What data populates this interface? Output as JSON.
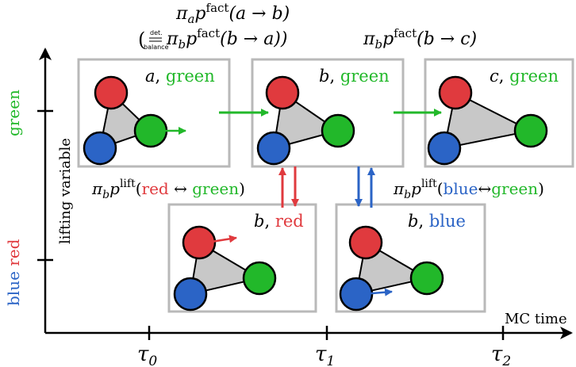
{
  "colors": {
    "red": "#e03a3e",
    "green": "#22b82a",
    "blue": "#2b64c6",
    "state_box": "#b9b9b9",
    "triangle": "#c8c8c8",
    "axis": "#000000"
  },
  "axes": {
    "x_label": "MC time",
    "y_label": "lifting variable",
    "ticks": [
      {
        "sym": "τ",
        "sub": "0"
      },
      {
        "sym": "τ",
        "sub": "1"
      },
      {
        "sym": "τ",
        "sub": "2"
      }
    ],
    "y_levels": {
      "upper": "green",
      "lower_blue": "blue",
      "lower_red": "red"
    }
  },
  "states": {
    "s1": {
      "pos": "a",
      "sep": ", ",
      "lift": "green"
    },
    "s2": {
      "pos": "b",
      "sep": ", ",
      "lift": "green"
    },
    "s3": {
      "pos": "c",
      "sep": ", ",
      "lift": "green"
    },
    "s4": {
      "pos": "b",
      "sep": ", ",
      "lift": "red"
    },
    "s5": {
      "pos": "b",
      "sep": ", ",
      "lift": "blue"
    }
  },
  "labels": {
    "move_ab": {
      "pi": "π",
      "pisub": "a",
      "p": "p",
      "sup": "fact",
      "arg": "(a → b)"
    },
    "balance": {
      "open": "(",
      "top": "det.",
      "bot": "balance",
      "pi": "π",
      "pisub": "b",
      "p": "p",
      "sup": "fact",
      "arg": "(b → a))"
    },
    "move_bc": {
      "pi": "π",
      "pisub": "b",
      "p": "p",
      "sup": "fact",
      "arg": "(b → c)"
    },
    "lift_red": {
      "pi": "π",
      "pisub": "b",
      "p": "p",
      "sup": "lift",
      "open": "(",
      "c1": "red",
      "arrow": " ↔ ",
      "c2": "green",
      "close": ")"
    },
    "lift_blue": {
      "pi": "π",
      "pisub": "b",
      "p": "p",
      "sup": "lift",
      "open": "(",
      "c1": "blue",
      "arrow": "↔",
      "c2": "green",
      "close": ")"
    }
  }
}
